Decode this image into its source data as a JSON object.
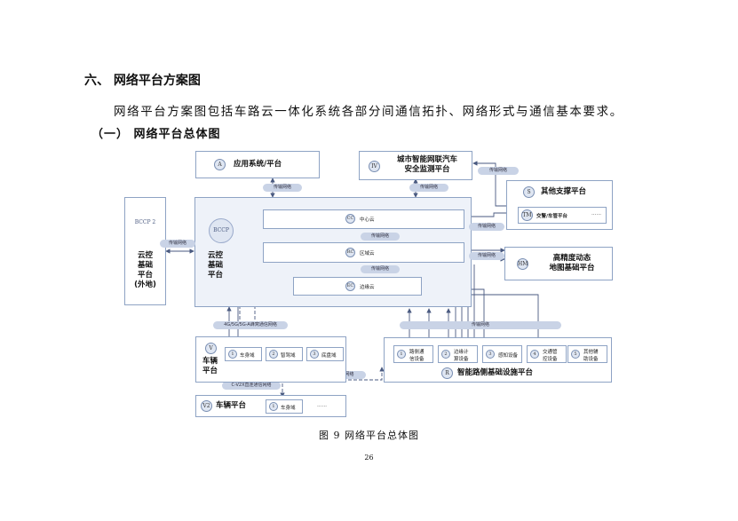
{
  "section_title": "六、  网络平台方案图",
  "intro": "网络平台方案图包括车路云一体化系统各部分间通信拓扑、网络形式与通信基本要求。",
  "subsection_title": "（一）  网络平台总体图",
  "figure": {
    "app": {
      "badge": "A",
      "title": "应用系统/平台"
    },
    "monitor": {
      "badge": "IV",
      "line1": "城市智能网联汽车",
      "line2": "安全监测平台"
    },
    "support": {
      "badge": "S",
      "title": "其他支撑平台",
      "sub_badge": "TM",
      "sub_label": "交警/车管平台",
      "more": "……"
    },
    "hdmap": {
      "badge": "HM",
      "line1": "高精度动态",
      "line2": "地图基础平台"
    },
    "bccp2": {
      "badge": "BCCP 2",
      "l1": "云控",
      "l2": "基础",
      "l3": "平台",
      "l4": "(外地)"
    },
    "bccp": {
      "badge": "BCCP",
      "l1": "云控",
      "l2": "基础",
      "l3": "平台"
    },
    "cc": {
      "badge": "CC",
      "label": "中心云"
    },
    "rc": {
      "badge": "RC",
      "label": "区域云"
    },
    "ec": {
      "badge": "EC",
      "label": "边缘云"
    },
    "vehicle": {
      "badge": "V",
      "l1": "车辆",
      "l2": "平台",
      "items": [
        {
          "n": "1",
          "label": "车身域"
        },
        {
          "n": "2",
          "label": "智驾域"
        },
        {
          "n": "3",
          "label": "底盘域"
        }
      ]
    },
    "vehicle2": {
      "badge": "V2",
      "title": "车辆平台",
      "item_n": "1",
      "item_label": "车身域",
      "more": "……"
    },
    "roadside": {
      "badge": "R",
      "title": "智能路侧基础设施平台",
      "items": [
        {
          "n": "1",
          "l1": "路侧通",
          "l2": "信设备"
        },
        {
          "n": "2",
          "l1": "边缘计",
          "l2": "算设备"
        },
        {
          "n": "3",
          "l1": "感知设备",
          "l2": ""
        },
        {
          "n": "4",
          "l1": "交通管",
          "l2": "控设备"
        },
        {
          "n": "5",
          "l1": "其他辅",
          "l2": "助设备"
        }
      ]
    },
    "net_label": "传输网络",
    "mobile_net": "4G/5G/5G-A蜂窝通信网络",
    "v2x_direct": "C-V2X直连通信网络"
  },
  "caption": "图 9  网络平台总体图",
  "page_number": "26"
}
